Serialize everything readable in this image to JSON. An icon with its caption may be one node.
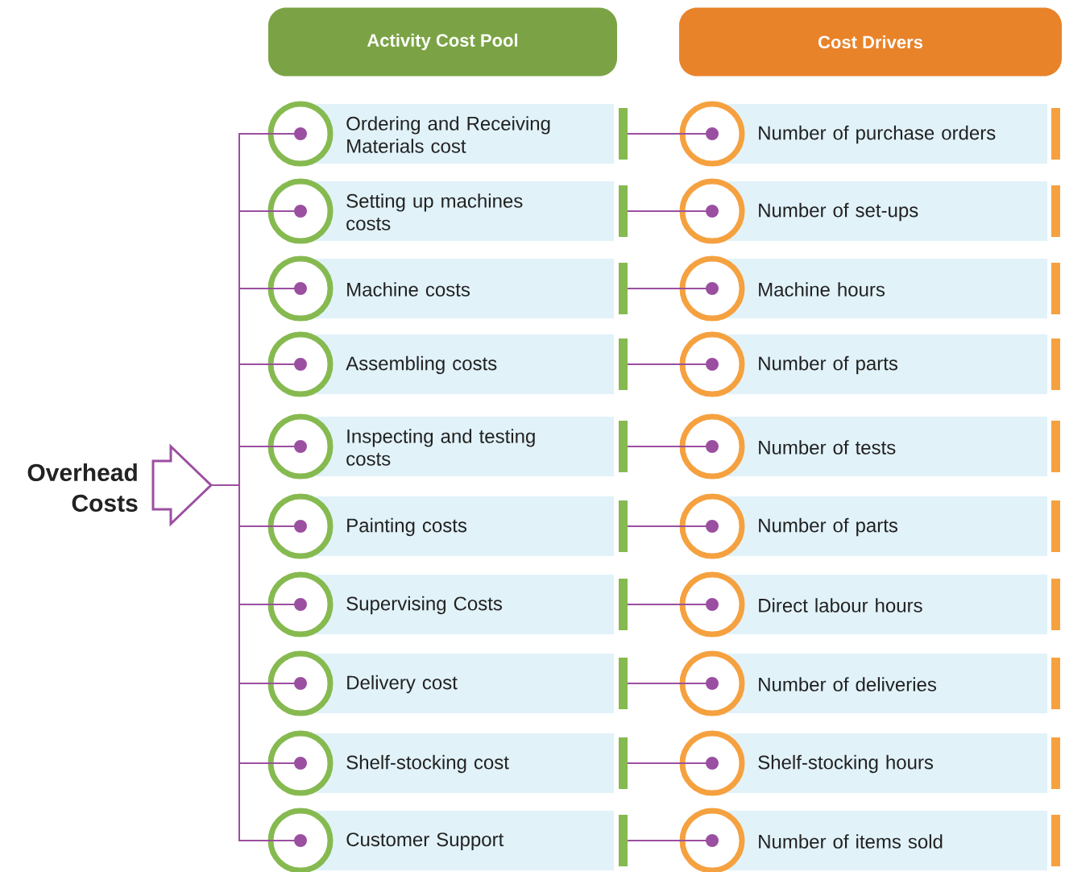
{
  "diagram": {
    "nodes": [
      {
        "text": [
          "Overhead Costs"
        ]
      },
      {
        "text": [
          "Activity Cost Pool"
        ]
      },
      {
        "text": [
          "Cost Drivers"
        ]
      },
      {
        "text": [
          "Ordering and Receiving Materials cost"
        ]
      },
      {
        "text": [
          "Number of purchase orders"
        ]
      },
      {
        "text": [
          "Setting up machines costs"
        ]
      },
      {
        "text": [
          "Number of set-ups"
        ]
      },
      {
        "text": [
          "Machine costs"
        ]
      },
      {
        "text": [
          "Machine hours"
        ]
      },
      {
        "text": [
          "Assembling costs"
        ]
      },
      {
        "text": [
          "Number of parts"
        ]
      },
      {
        "text": [
          "Inspecting and testing costs"
        ]
      },
      {
        "text": [
          "Number of tests"
        ]
      },
      {
        "text": [
          "Painting costs"
        ]
      },
      {
        "text": [
          "Number of parts"
        ]
      },
      {
        "text": [
          "Supervising Costs"
        ]
      },
      {
        "text": [
          "Direct labour hours"
        ]
      },
      {
        "text": [
          "Delivery cost"
        ]
      },
      {
        "text": [
          "Number of deliveries"
        ]
      },
      {
        "text": [
          "Shelf-stocking cost"
        ]
      },
      {
        "text": [
          "Shelf-stocking hours"
        ]
      },
      {
        "text": [
          "Customer Support"
        ]
      },
      {
        "text": [
          "Number of items sold"
        ]
      }
    ],
    "edges": [
      {
        "from": 0,
        "to": 3,
        "arrow": "other"
      },
      {
        "from": 0,
        "to": 5,
        "arrow": "other"
      },
      {
        "from": 0,
        "to": 7,
        "arrow": "other"
      },
      {
        "from": 0,
        "to": 9,
        "arrow": "other"
      },
      {
        "from": 0,
        "to": 11,
        "arrow": "other"
      },
      {
        "from": 0,
        "to": 13,
        "arrow": "other"
      },
      {
        "from": 0,
        "to": 15,
        "arrow": "other"
      },
      {
        "from": 0,
        "to": 17,
        "arrow": "other"
      },
      {
        "from": 0,
        "to": 19,
        "arrow": "other"
      },
      {
        "from": 0,
        "to": 21,
        "arrow": "other"
      },
      {
        "from": 3,
        "to": 4,
        "arrow": "other"
      },
      {
        "from": 5,
        "to": 6,
        "arrow": "other"
      },
      {
        "from": 7,
        "to": 8,
        "arrow": "other"
      },
      {
        "from": 9,
        "to": 10,
        "arrow": "other"
      },
      {
        "from": 11,
        "to": 12,
        "arrow": "other"
      },
      {
        "from": 13,
        "to": 14,
        "arrow": "other"
      },
      {
        "from": 15,
        "to": 16,
        "arrow": "other"
      },
      {
        "from": 17,
        "to": 18,
        "arrow": "other"
      },
      {
        "from": 19,
        "to": 20,
        "arrow": "other"
      },
      {
        "from": 21,
        "to": 22,
        "arrow": "other"
      }
    ]
  }
}
